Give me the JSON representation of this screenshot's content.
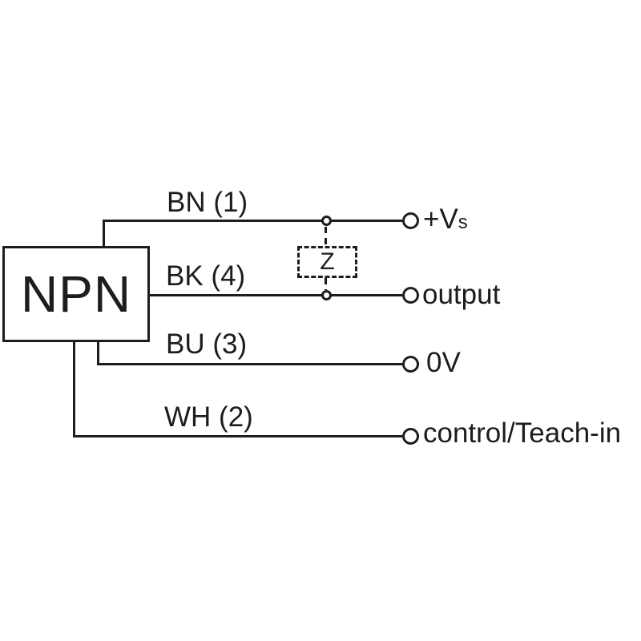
{
  "colors": {
    "ink": "#1d1d1b",
    "background": "#ffffff"
  },
  "device": {
    "label": "NPN"
  },
  "impedance_box": {
    "label": "Z"
  },
  "wires": [
    {
      "label": "BN (1)",
      "terminal": "+Vs",
      "terminal_base": "+V",
      "terminal_small": "s"
    },
    {
      "label": "BK (4)",
      "terminal": "output"
    },
    {
      "label": "BU (3)",
      "terminal": "0V"
    },
    {
      "label": "WH (2)",
      "terminal": "control/Teach-in"
    }
  ]
}
